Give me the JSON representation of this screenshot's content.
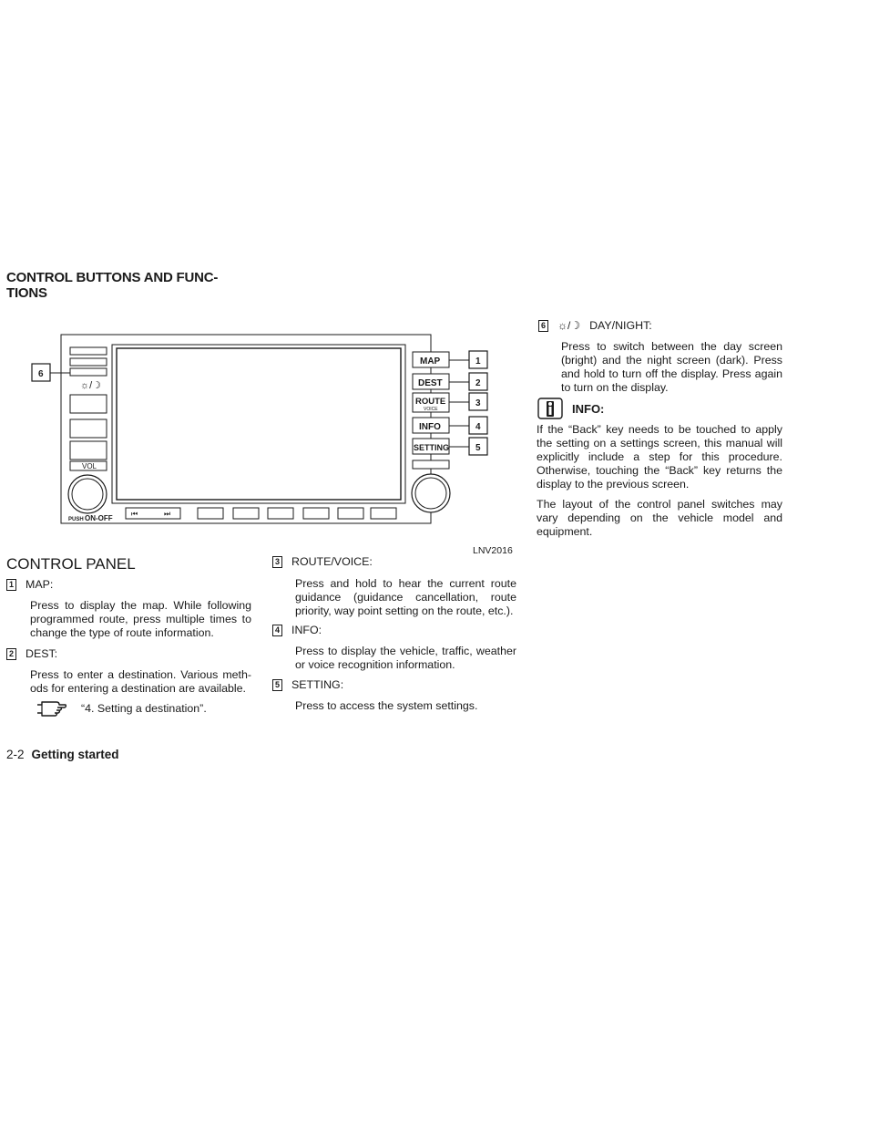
{
  "section_title_line1": "CONTROL BUTTONS AND FUNC-",
  "section_title_line2": "TIONS",
  "figure": {
    "caption": "LNV2016",
    "buttons": {
      "map": "MAP",
      "dest": "DEST",
      "route": "ROUTE",
      "voice": "VOICE",
      "info": "INFO",
      "setting": "SETTING",
      "vol": "VOL",
      "push": "PUSH",
      "on_off": "ON-OFF",
      "prev": "⏮",
      "next": "⏭"
    },
    "callouts": [
      "1",
      "2",
      "3",
      "4",
      "5",
      "6"
    ]
  },
  "control_panel": {
    "heading": "CONTROL PANEL",
    "items": [
      {
        "num": "1",
        "title": "MAP:",
        "text": "Press to display the map. While following programmed route, press multiple times to change the type of route information."
      },
      {
        "num": "2",
        "title": "DEST:",
        "text": "Press to enter a destination. Various meth-ods for entering a destination are available.",
        "ref": "“4. Setting a destination”."
      },
      {
        "num": "3",
        "title": "ROUTE/VOICE:",
        "text": "Press and hold to hear the current route guidance (guidance cancellation, route priority, way point setting on the route, etc.)."
      },
      {
        "num": "4",
        "title": "INFO:",
        "text": "Press to display the vehicle, traffic, weather or voice recognition information."
      },
      {
        "num": "5",
        "title": "SETTING:",
        "text": "Press to access the system settings."
      },
      {
        "num": "6",
        "title": "DAY/NIGHT:",
        "text": "Press to switch between the day screen (bright) and the night screen (dark). Press and hold to turn off the display. Press again to turn on the display."
      }
    ]
  },
  "info_box": {
    "label": "INFO:",
    "para1": "If the “Back” key needs to be touched to apply the setting on a settings screen, this manual will explicitly include a step for this procedure. Otherwise, touching the “Back” key returns the display to the previous screen.",
    "para2": "The layout of the control panel switches may vary depending on the vehicle model and equipment."
  },
  "footer": {
    "page": "2-2",
    "chapter": "Getting started"
  }
}
